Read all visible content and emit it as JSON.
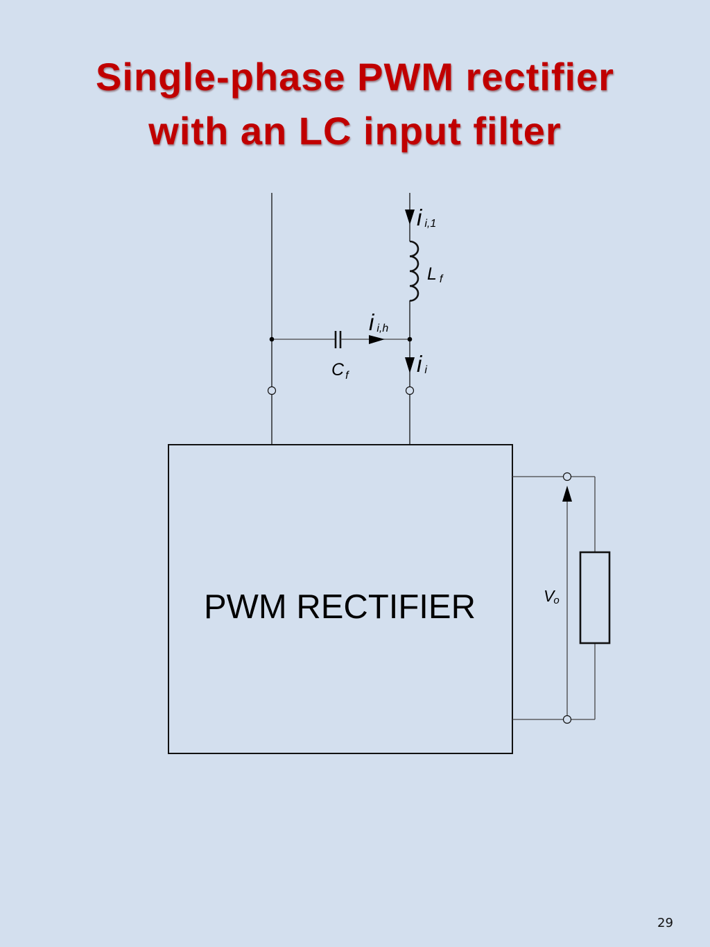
{
  "slide": {
    "title_line1": "Single-phase PWM rectifier",
    "title_line2": "with an LC input filter",
    "page_number": "29",
    "title_color": "#c00000",
    "background_color": "#d3dfee"
  },
  "diagram": {
    "block_label": "PWM RECTIFIER",
    "labels": {
      "input_current_fundamental": {
        "main": "i",
        "sub": "i,1"
      },
      "inductor": {
        "main": "L",
        "sub": "f"
      },
      "capacitor_current": {
        "main": "i",
        "sub": "i,h"
      },
      "capacitor": {
        "main": "C",
        "sub": "f"
      },
      "rectifier_input_current": {
        "main": "i",
        "sub": "i"
      },
      "output_voltage": {
        "main": "V",
        "sub": "o"
      }
    },
    "components": [
      "inductor",
      "capacitor",
      "pwm-rectifier-block",
      "load-resistor",
      "input-terminals",
      "output-terminals"
    ]
  }
}
